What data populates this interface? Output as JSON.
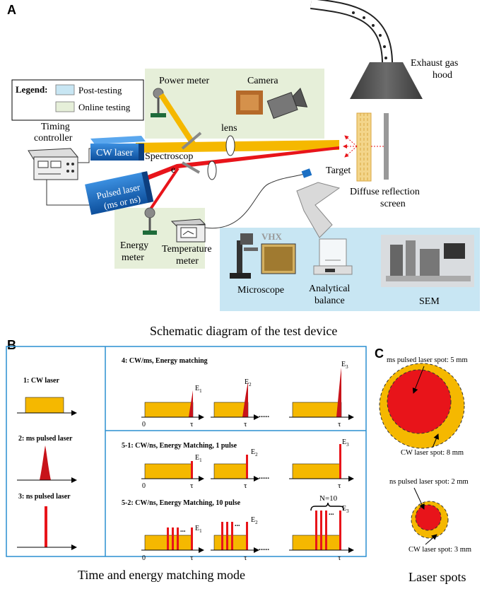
{
  "panel_letters": {
    "a": "A",
    "b": "B",
    "c": "C"
  },
  "legend": {
    "title": "Legend:",
    "post_testing": "Post-testing",
    "online_testing": "Online testing",
    "post_color": "#c8e6f3",
    "online_color": "#e6efd9"
  },
  "devices": {
    "power_meter": "Power meter",
    "camera": "Camera",
    "exhaust_line1": "Exhaust gas",
    "exhaust_line2": "hood",
    "timing_line1": "Timing",
    "timing_line2": "controller",
    "cw_laser": "CW laser",
    "lens": "lens",
    "spectroscope_line1": "Spectroscop",
    "spectroscope_line2": "e",
    "pulsed_line1": "Pulsed  laser",
    "pulsed_line2": "(ms or ns)",
    "target": "Target",
    "diffuse_line1": "Diffuse reflection",
    "diffuse_line2": "screen",
    "energy_line1": "Energy",
    "energy_line2": "meter",
    "temp_line1": "Temperature",
    "temp_line2": "meter",
    "microscope": "Microscope",
    "vhx": "VHX",
    "balance_line1": "Analytical",
    "balance_line2": "balance",
    "sem": "SEM"
  },
  "captions": {
    "a": "Schematic diagram of the test device",
    "b": "Time and energy matching mode",
    "c": "Laser spots"
  },
  "modes": {
    "m1": "1: CW laser",
    "m2": "2: ms pulsed laser",
    "m3": "3: ns pulsed laser",
    "m4": "4: CW/ms,  Energy  matching",
    "m51": "5-1: CW/ns,  Energy  Matching, 1 pulse",
    "m52": "5-2: CW/ns,  Energy  Matching, 10 pulse",
    "zero": "0",
    "tau": "τ",
    "dots": "......",
    "small_dots": "...",
    "e1": "E",
    "e2": "E",
    "e3": "E",
    "sub1": "1",
    "sub2": "2",
    "sub3": "3",
    "n10": "N=10"
  },
  "spots": {
    "ms_pulsed": "ms pulsed laser spot: 5 mm",
    "cw_large": "CW laser spot: 8 mm",
    "ns_pulsed": "ns pulsed laser spot: 2 mm",
    "cw_small": "CW laser spot: 3 mm"
  },
  "colors": {
    "cw_orange": "#f5b800",
    "pulse_red": "#e8141a",
    "laser_blue": "#1b6fc4",
    "panel_border": "#2a8fd0"
  }
}
